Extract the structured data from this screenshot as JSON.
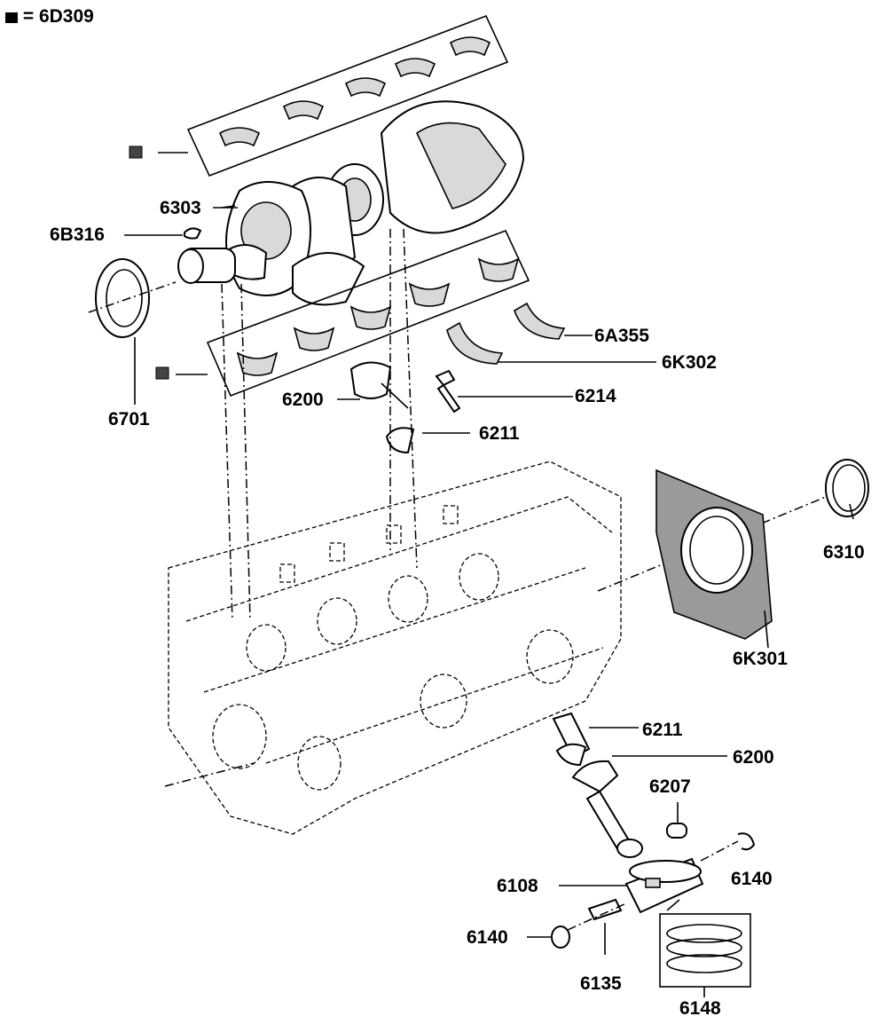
{
  "legend": {
    "symbol": "hatched-square",
    "text": "= 6D309"
  },
  "labels": {
    "l6303": "6303",
    "l6B316": "6B316",
    "l6701": "6701",
    "l6A355": "6A355",
    "l6K302": "6K302",
    "l6200a": "6200",
    "l6214": "6214",
    "l6211a": "6211",
    "l6310": "6310",
    "l6K301": "6K301",
    "l6211b": "6211",
    "l6200b": "6200",
    "l6207": "6207",
    "l6108": "6108",
    "l6140a": "6140",
    "l6140b": "6140",
    "l6135": "6135",
    "l6148": "6148"
  }
}
